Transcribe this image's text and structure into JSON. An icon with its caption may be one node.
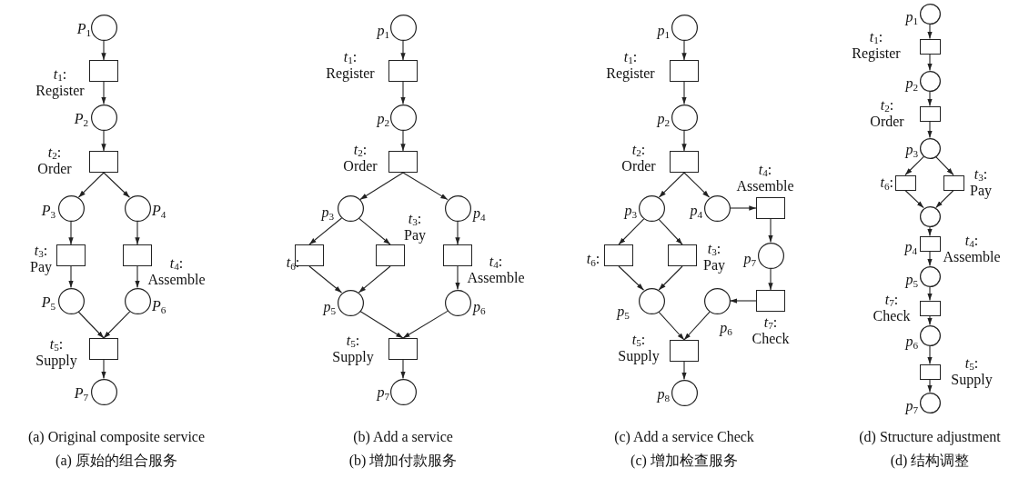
{
  "diagram": {
    "nodes": [
      {
        "text": [],
        "shape": "circle",
        "beside": [
          "*P*$_{1}$"
        ]
      },
      {
        "text": [],
        "shape": "box",
        "beside": [
          "*t*$_{1}$: Register"
        ]
      },
      {
        "text": [],
        "shape": "circle",
        "beside": [
          "*P*$_{2}$"
        ]
      },
      {
        "text": [],
        "shape": "box",
        "beside": [
          "*t*$_{2}$: Order"
        ]
      },
      {
        "text": [],
        "shape": "circle",
        "beside": [
          "*P*$_{3}$"
        ]
      },
      {
        "text": [],
        "shape": "circle",
        "beside": [
          "*P*$_{4}$"
        ]
      },
      {
        "text": [],
        "shape": "box",
        "beside": [
          "*t*$_{3}$: Pay"
        ]
      },
      {
        "text": [],
        "shape": "box",
        "beside": [
          "*t*$_{4}$: Assemble"
        ]
      },
      {
        "text": [],
        "shape": "circle",
        "beside": [
          "*P*$_{5}$"
        ]
      },
      {
        "text": [],
        "shape": "circle",
        "beside": [
          "*P*$_{6}$"
        ]
      },
      {
        "text": [],
        "shape": "box",
        "beside": [
          "*t*$_{5}$: Supply"
        ]
      },
      {
        "text": [],
        "shape": "circle",
        "beside": [
          "*P*$_{7}$"
        ]
      },
      {
        "text": [],
        "shape": "circle",
        "beside": [
          "*p*$_{1}$"
        ]
      },
      {
        "text": [],
        "shape": "box",
        "beside": [
          "*t*$_{1}$: Register"
        ]
      },
      {
        "text": [],
        "shape": "circle",
        "beside": [
          "*p*$_{2}$"
        ]
      },
      {
        "text": [],
        "shape": "box",
        "beside": [
          "*t*$_{2}$: Order"
        ]
      },
      {
        "text": [],
        "shape": "circle",
        "beside": [
          "*p*$_{3}$"
        ]
      },
      {
        "text": [],
        "shape": "circle",
        "beside": [
          "*p*$_{4}$"
        ]
      },
      {
        "text": [],
        "shape": "box",
        "beside": [
          "*t*$_{6}$:"
        ]
      },
      {
        "text": [],
        "shape": "box",
        "beside": [
          "*t*$_{3}$: Pay"
        ]
      },
      {
        "text": [],
        "shape": "box",
        "beside": [
          "*t*$_{4}$: Assemble"
        ]
      },
      {
        "text": [],
        "shape": "circle",
        "beside": [
          "*p*$_{5}$"
        ]
      },
      {
        "text": [],
        "shape": "circle",
        "beside": [
          "*p*$_{6}$"
        ]
      },
      {
        "text": [],
        "shape": "box",
        "beside": [
          "*t*$_{5}$: Supply"
        ]
      },
      {
        "text": [],
        "shape": "circle",
        "beside": [
          "*p*$_{7}$"
        ]
      },
      {
        "text": [],
        "shape": "circle",
        "beside": [
          "*p*$_{1}$"
        ]
      },
      {
        "text": [],
        "shape": "box",
        "beside": [
          "*t*$_{1}$: Register"
        ]
      },
      {
        "text": [],
        "shape": "circle",
        "beside": [
          "*p*$_{2}$"
        ]
      },
      {
        "text": [],
        "shape": "box",
        "beside": [
          "*t*$_{2}$: Order"
        ]
      },
      {
        "text": [],
        "shape": "circle",
        "beside": [
          "*p*$_{3}$"
        ]
      },
      {
        "text": [],
        "shape": "circle",
        "beside": [
          "*p*$_{4}$"
        ]
      },
      {
        "text": [],
        "shape": "box",
        "beside": [
          "*t*$_{4}$: Assemble"
        ]
      },
      {
        "text": [],
        "shape": "box",
        "beside": [
          "*t*$_{6}$:"
        ]
      },
      {
        "text": [],
        "shape": "box",
        "beside": [
          "*t*$_{3}$: Pay"
        ]
      },
      {
        "text": [],
        "shape": "circle",
        "beside": [
          "*p*$_{7}$"
        ]
      },
      {
        "text": [],
        "shape": "circle",
        "beside": [
          "*p*$_{5}$"
        ]
      },
      {
        "text": [],
        "shape": "circle",
        "beside": [
          "*p*$_{6}$"
        ]
      },
      {
        "text": [],
        "shape": "box",
        "beside": [
          "*t*$_{7}$: Check"
        ]
      },
      {
        "text": [],
        "shape": "box",
        "beside": [
          "*t*$_{5}$: Supply"
        ]
      },
      {
        "text": [],
        "shape": "circle",
        "beside": [
          "*p*$_{8}$"
        ]
      },
      {
        "text": [],
        "shape": "circle",
        "beside": [
          "*p*$_{1}$"
        ]
      },
      {
        "text": [],
        "shape": "box",
        "beside": [
          "*t*$_{1}$: Register"
        ]
      },
      {
        "text": [],
        "shape": "circle",
        "beside": [
          "*p*$_{2}$"
        ]
      },
      {
        "text": [],
        "shape": "box",
        "beside": [
          "*t*$_{2}$: Order"
        ]
      },
      {
        "text": [],
        "shape": "circle",
        "beside": [
          "*p*$_{3}$"
        ]
      },
      {
        "text": [],
        "shape": "box",
        "beside": [
          "*t*$_{6}$:"
        ]
      },
      {
        "text": [],
        "shape": "box",
        "beside": [
          "*t*$_{3}$: Pay"
        ]
      },
      {
        "text": [],
        "shape": "circle"
      },
      {
        "text": [],
        "shape": "box",
        "beside": [
          "*p*$_{4}$",
          "*t*$_{4}$: Assemble"
        ]
      },
      {
        "text": [],
        "shape": "circle",
        "beside": [
          "*p*$_{5}$"
        ]
      },
      {
        "text": [],
        "shape": "box",
        "beside": [
          "*t*$_{7}$: Check"
        ]
      },
      {
        "text": [],
        "shape": "circle",
        "beside": [
          "*p*$_{6}$"
        ]
      },
      {
        "text": [],
        "shape": "box",
        "beside": [
          "*t*$_{5}$: Supply"
        ]
      },
      {
        "text": [],
        "shape": "circle",
        "beside": [
          "*p*$_{7}$"
        ]
      }
    ],
    "edges": [
      {
        "from": 0,
        "to": 1,
        "arrow": "to"
      },
      {
        "from": 1,
        "to": 2,
        "arrow": "to"
      },
      {
        "from": 2,
        "to": 3,
        "arrow": "to"
      },
      {
        "from": 3,
        "to": 4,
        "arrow": "to"
      },
      {
        "from": 3,
        "to": 5,
        "arrow": "to"
      },
      {
        "from": 4,
        "to": 6,
        "arrow": "to"
      },
      {
        "from": 5,
        "to": 7,
        "arrow": "to"
      },
      {
        "from": 6,
        "to": 8,
        "arrow": "to"
      },
      {
        "from": 7,
        "to": 9,
        "arrow": "to"
      },
      {
        "from": 8,
        "to": 10,
        "arrow": "to"
      },
      {
        "from": 9,
        "to": 10,
        "arrow": "to"
      },
      {
        "from": 10,
        "to": 11,
        "arrow": "to"
      },
      {
        "from": 12,
        "to": 13,
        "arrow": "to"
      },
      {
        "from": 13,
        "to": 14,
        "arrow": "to"
      },
      {
        "from": 14,
        "to": 15,
        "arrow": "to"
      },
      {
        "from": 15,
        "to": 16,
        "arrow": "to"
      },
      {
        "from": 15,
        "to": 17,
        "arrow": "to"
      },
      {
        "from": 16,
        "to": 18,
        "arrow": "to"
      },
      {
        "from": 16,
        "to": 19,
        "arrow": "to"
      },
      {
        "from": 17,
        "to": 20,
        "arrow": "to"
      },
      {
        "from": 18,
        "to": 21,
        "arrow": "to"
      },
      {
        "from": 19,
        "to": 21,
        "arrow": "to"
      },
      {
        "from": 20,
        "to": 22,
        "arrow": "to"
      },
      {
        "from": 21,
        "to": 23,
        "arrow": "to"
      },
      {
        "from": 22,
        "to": 23,
        "arrow": "to"
      },
      {
        "from": 23,
        "to": 24,
        "arrow": "to"
      },
      {
        "from": 25,
        "to": 26,
        "arrow": "to"
      },
      {
        "from": 26,
        "to": 27,
        "arrow": "to"
      },
      {
        "from": 27,
        "to": 28,
        "arrow": "to"
      },
      {
        "from": 28,
        "to": 29,
        "arrow": "to"
      },
      {
        "from": 28,
        "to": 30,
        "arrow": "to"
      },
      {
        "from": 30,
        "to": 31,
        "arrow": "to"
      },
      {
        "from": 31,
        "to": 34,
        "arrow": "to"
      },
      {
        "from": 34,
        "to": 37,
        "arrow": "to"
      },
      {
        "from": 37,
        "to": 36,
        "arrow": "to"
      },
      {
        "from": 29,
        "to": 32,
        "arrow": "to"
      },
      {
        "from": 29,
        "to": 33,
        "arrow": "to"
      },
      {
        "from": 32,
        "to": 35,
        "arrow": "to"
      },
      {
        "from": 33,
        "to": 35,
        "arrow": "to"
      },
      {
        "from": 35,
        "to": 38,
        "arrow": "to"
      },
      {
        "from": 36,
        "to": 38,
        "arrow": "to"
      },
      {
        "from": 38,
        "to": 39,
        "arrow": "to"
      },
      {
        "from": 40,
        "to": 41,
        "arrow": "to"
      },
      {
        "from": 41,
        "to": 42,
        "arrow": "to"
      },
      {
        "from": 42,
        "to": 43,
        "arrow": "to"
      },
      {
        "from": 43,
        "to": 44,
        "arrow": "to"
      },
      {
        "from": 44,
        "to": 45,
        "arrow": "to"
      },
      {
        "from": 44,
        "to": 46,
        "arrow": "to"
      },
      {
        "from": 45,
        "to": 47,
        "arrow": "to"
      },
      {
        "from": 46,
        "to": 47,
        "arrow": "to"
      },
      {
        "from": 47,
        "to": 48,
        "arrow": "to"
      },
      {
        "from": 48,
        "to": 49,
        "arrow": "to"
      },
      {
        "from": 49,
        "to": 50,
        "arrow": "to"
      },
      {
        "from": 50,
        "to": 51,
        "arrow": "to"
      },
      {
        "from": 51,
        "to": 52,
        "arrow": "to"
      },
      {
        "from": 52,
        "to": 53,
        "arrow": "to"
      }
    ],
    "labels": [
      "(a) Original composite service",
      "(b) Add a service",
      "(c) Add a service Check",
      "(d) Structure adjustment",
      "(a) 原始的组合服务",
      "(b) 增加付款服务",
      "(c) 增加检查服务",
      "(d) 结构调整"
    ]
  }
}
